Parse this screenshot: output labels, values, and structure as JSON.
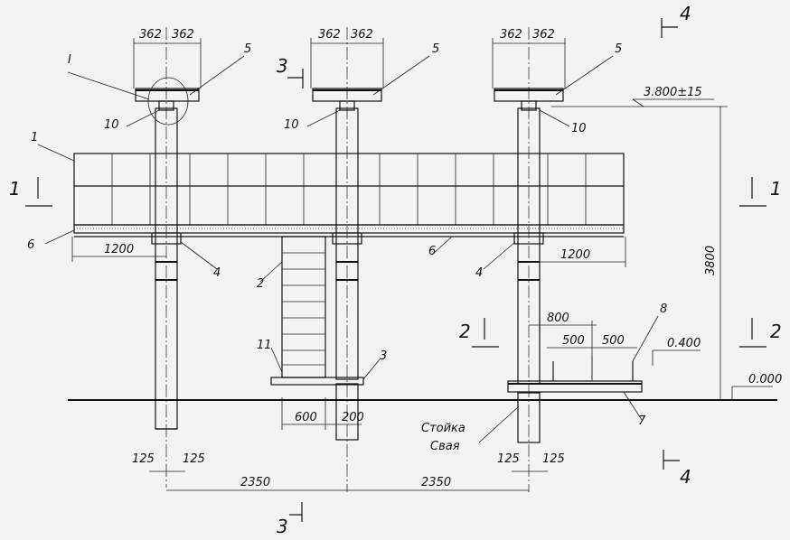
{
  "dimensions": {
    "cap_half_left": "362",
    "cap_half_right": "362",
    "cantilever": "1200",
    "height_total": "3800",
    "elevation_top": "3.800±15",
    "elevation_platform": "0.400",
    "elevation_zero": "0.000",
    "platform_width": "800",
    "platform_half": "500",
    "stair_width": "600",
    "stair_offset": "200",
    "pile_half": "125",
    "span": "2350"
  },
  "labels": {
    "part_1": "1",
    "part_2": "2",
    "part_3": "3",
    "part_4": "4",
    "part_5": "5",
    "part_6": "6",
    "part_7": "7",
    "part_8": "8",
    "part_10": "10",
    "part_11": "11",
    "node_I": "I",
    "stoika": "Стойка",
    "svaya": "Свая"
  },
  "sections": {
    "s1": "1",
    "s2": "2",
    "s3": "3",
    "s4": "4"
  }
}
